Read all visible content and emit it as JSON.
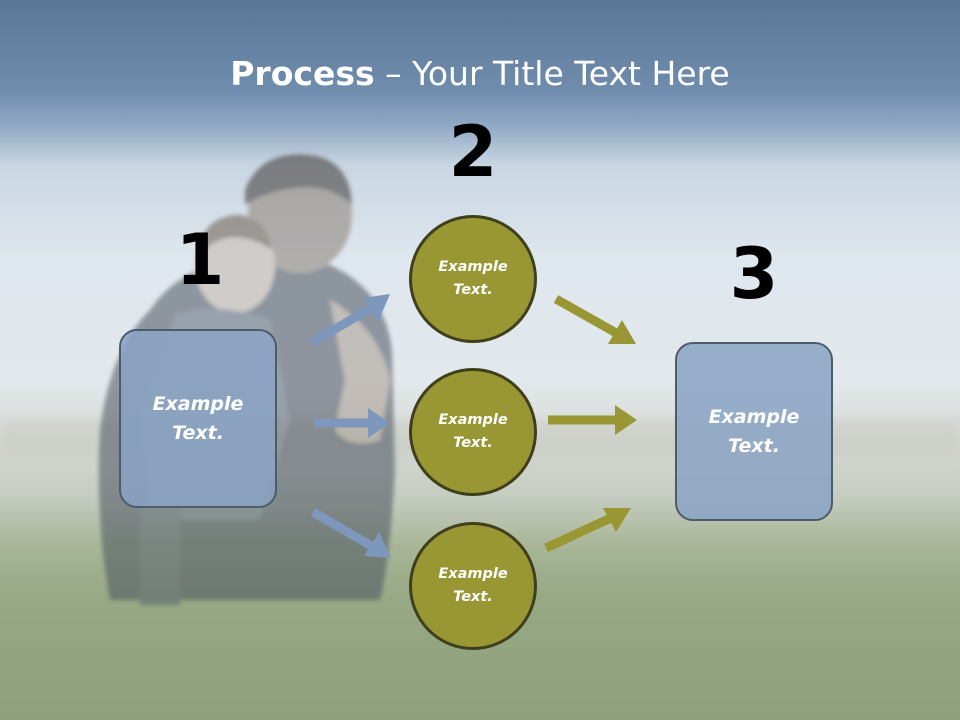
{
  "title": {
    "bold": "Process",
    "rest": " – Your Title Text Here"
  },
  "steps": [
    {
      "number": "1",
      "line1": "Example",
      "line2": "Text."
    },
    {
      "number": "2",
      "line1": "Example",
      "line2": "Text."
    },
    {
      "number": "3",
      "line1": "Example",
      "line2": "Text."
    }
  ],
  "middle_circles": [
    {
      "line1": "Example",
      "line2": "Text."
    },
    {
      "line1": "Example",
      "line2": "Text."
    },
    {
      "line1": "Example",
      "line2": "Text."
    }
  ],
  "colors": {
    "box_fill": "#8aa3c4",
    "box_border": "#4e5b6a",
    "circle_fill": "#989733",
    "circle_border": "#3f3f1d",
    "blue_arrow": "#7d97bd",
    "olive_arrow": "#989733"
  }
}
